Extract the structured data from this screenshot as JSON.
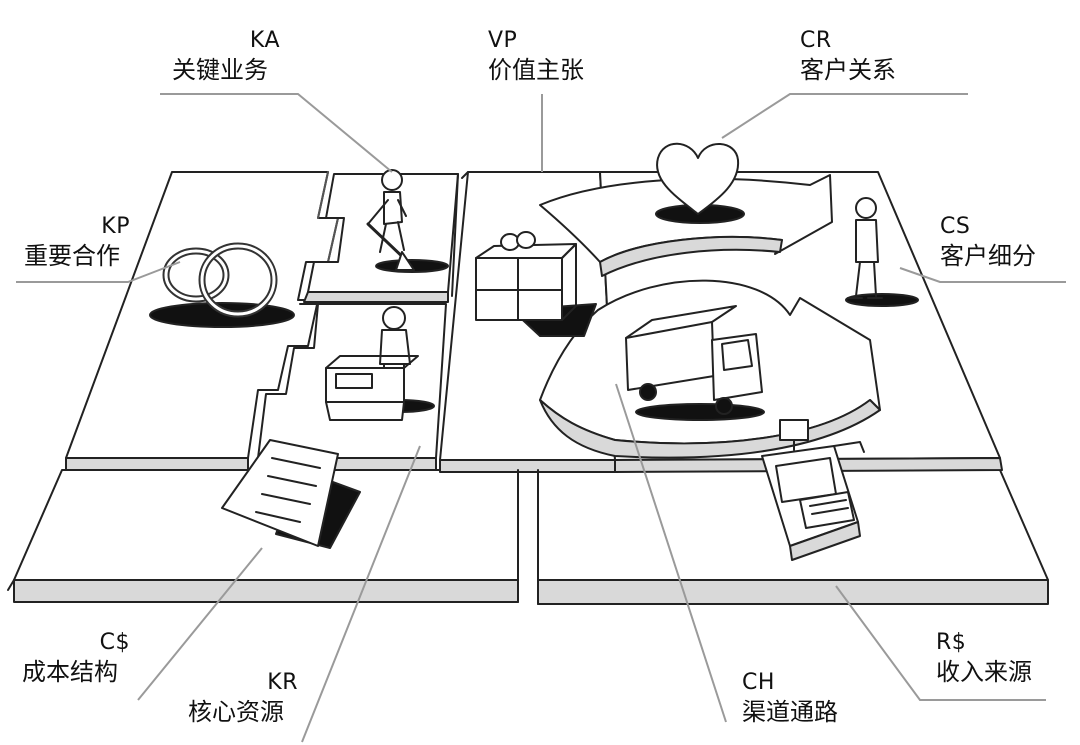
{
  "blocks": [
    {
      "id": "ka",
      "code": "KA",
      "name": "关键业务"
    },
    {
      "id": "vp",
      "code": "VP",
      "name": "价值主张"
    },
    {
      "id": "cr",
      "code": "CR",
      "name": "客户关系"
    },
    {
      "id": "kp",
      "code": "KP",
      "name": "重要合作"
    },
    {
      "id": "cs",
      "code": "CS",
      "name": "客户细分"
    },
    {
      "id": "cost",
      "code": "C$",
      "name": "成本结构"
    },
    {
      "id": "kr",
      "code": "KR",
      "name": "核心资源"
    },
    {
      "id": "ch",
      "code": "CH",
      "name": "渠道通路"
    },
    {
      "id": "rev",
      "code": "R$",
      "name": "收入来源"
    }
  ],
  "icons": {
    "ka": "shovel-worker-icon",
    "kp": "linked-rings-icon",
    "kr": "worker-with-crate-icon",
    "vp": "gift-box-icon",
    "cr": "heart-icon",
    "cs": "customer-figure-icon",
    "ch": "delivery-truck-icon",
    "cost": "document-invoice-icon",
    "rev": "cash-register-icon"
  }
}
